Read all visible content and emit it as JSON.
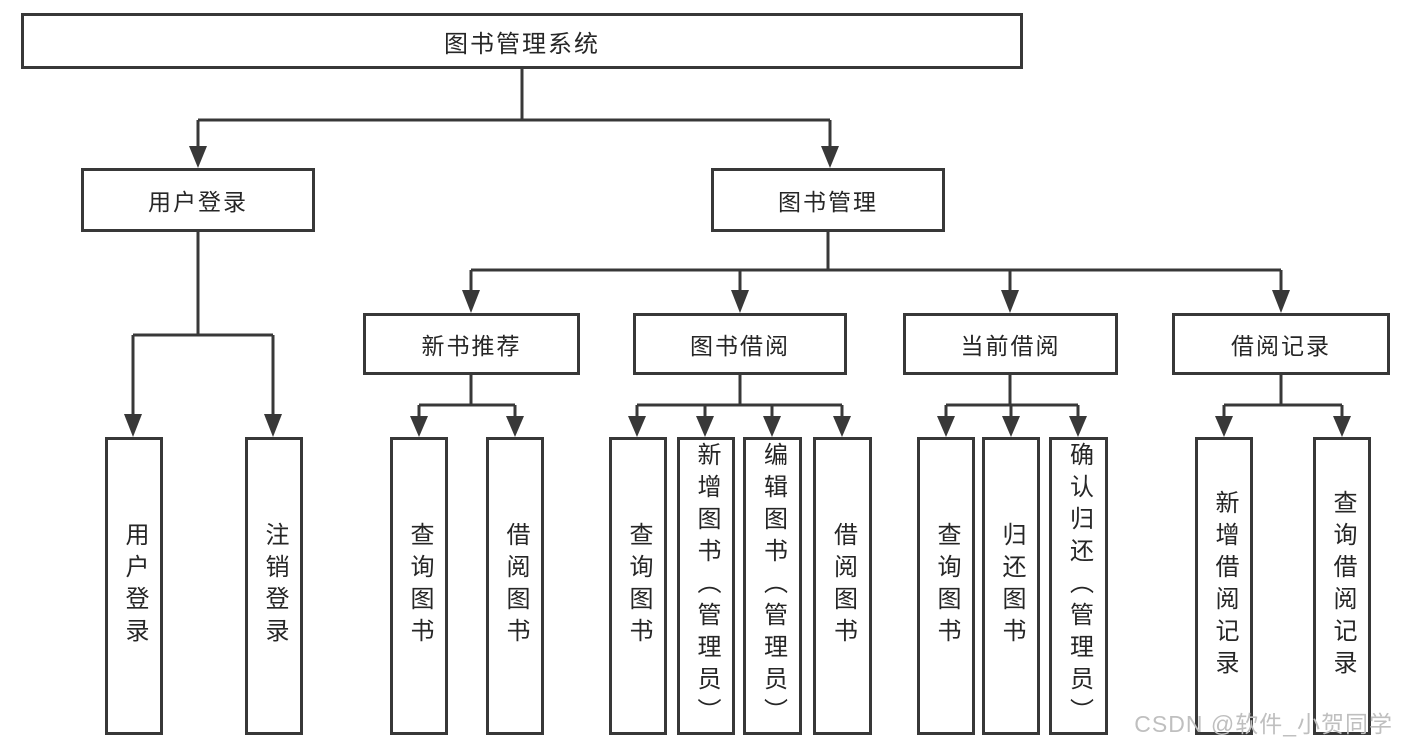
{
  "watermark": "CSDN @软件_小贺同学",
  "colors": {
    "line": "#383838",
    "border": "#383838",
    "text": "#262626",
    "watermark": "#bfbfbf",
    "background": "#ffffff"
  },
  "tree": {
    "root": {
      "label": "图书管理系统"
    },
    "level2": [
      {
        "label": "用户登录"
      },
      {
        "label": "图书管理"
      }
    ],
    "level3": [
      {
        "label": "新书推荐",
        "parent": "图书管理"
      },
      {
        "label": "图书借阅",
        "parent": "图书管理"
      },
      {
        "label": "当前借阅",
        "parent": "图书管理"
      },
      {
        "label": "借阅记录",
        "parent": "图书管理"
      }
    ],
    "leaves": [
      {
        "label": "用户登录",
        "parent": "用户登录"
      },
      {
        "label": "注销登录",
        "parent": "用户登录"
      },
      {
        "label": "查询图书",
        "parent": "新书推荐"
      },
      {
        "label": "借阅图书",
        "parent": "新书推荐"
      },
      {
        "label": "查询图书",
        "parent": "图书借阅"
      },
      {
        "label": "新增图书（管理员）",
        "parent": "图书借阅"
      },
      {
        "label": "编辑图书（管理员）",
        "parent": "图书借阅"
      },
      {
        "label": "借阅图书",
        "parent": "图书借阅"
      },
      {
        "label": "查询图书",
        "parent": "当前借阅"
      },
      {
        "label": "归还图书",
        "parent": "当前借阅"
      },
      {
        "label": "确认归还（管理员）",
        "parent": "当前借阅"
      },
      {
        "label": "新增借阅记录",
        "parent": "借阅记录"
      },
      {
        "label": "查询借阅记录",
        "parent": "借阅记录"
      }
    ]
  }
}
